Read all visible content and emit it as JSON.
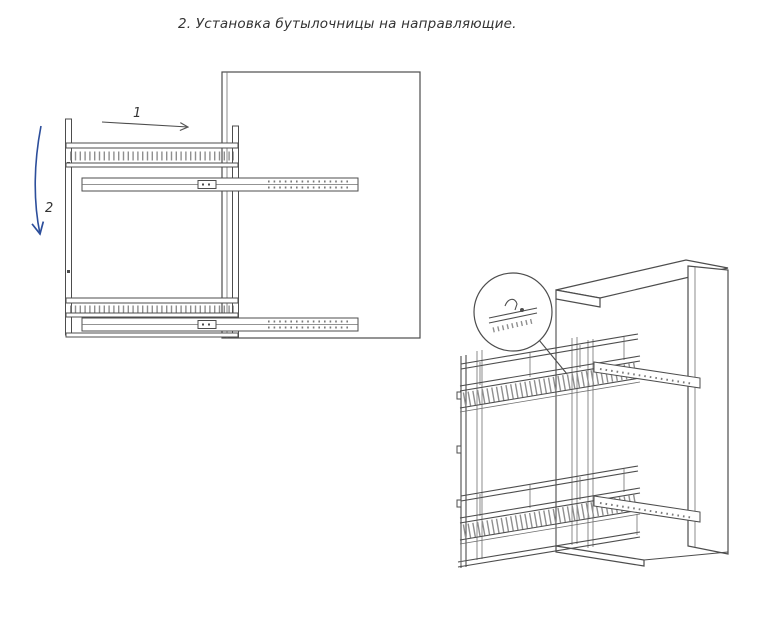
{
  "title": "2. Установка бутылочницы на направляющие.",
  "labels": {
    "step1": "1",
    "step2": "2"
  },
  "colors": {
    "background": "#ffffff",
    "line": "#4d4d4d",
    "line_light": "#8f8f8f",
    "text": "#333333",
    "arrow_step2": "#2c4e9b"
  }
}
